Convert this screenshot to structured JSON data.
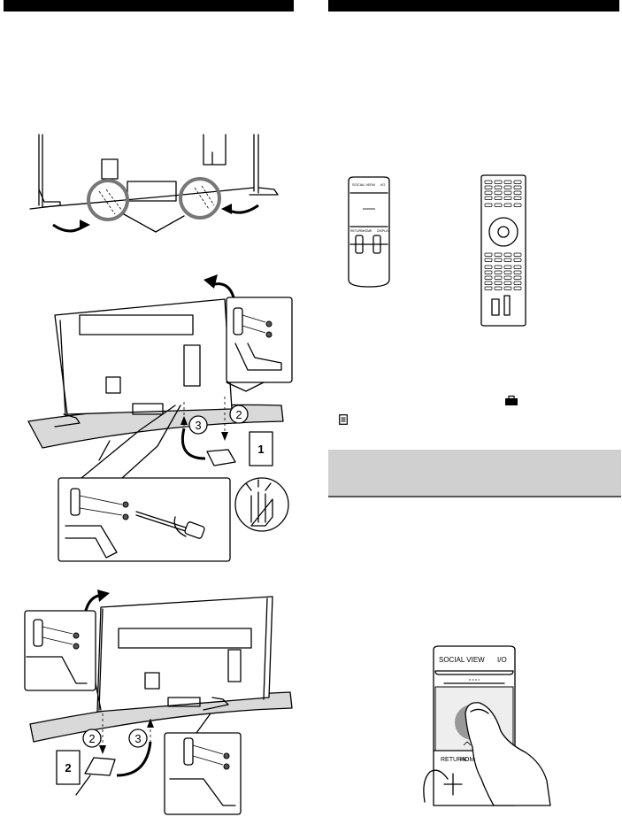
{
  "header_bars": [
    "left-section-header",
    "right-section-header"
  ],
  "figure1": {
    "description_icons": [
      "tv-rear",
      "stand-left",
      "stand-right",
      "rotate-arrow"
    ]
  },
  "figure2": {
    "step_labels": [
      "2",
      "3"
    ],
    "stand_tag_number": "1"
  },
  "figure3": {
    "step_labels": [
      "2",
      "3"
    ],
    "stand_tag_number": "2"
  },
  "remotes": {
    "touchpad": {
      "top_left": "SOCIAL VIEW",
      "top_right": "I/O",
      "buttons": [
        "RETURN",
        "HOME",
        "DISPLAY"
      ]
    }
  },
  "icons": [
    "toolbox-icon",
    "options-icon"
  ],
  "touchpad_illustration": {
    "top_left": "SOCIAL VIEW",
    "top_right": "I/O",
    "bottom_left": "RETURN",
    "bottom_right": "HOME"
  }
}
